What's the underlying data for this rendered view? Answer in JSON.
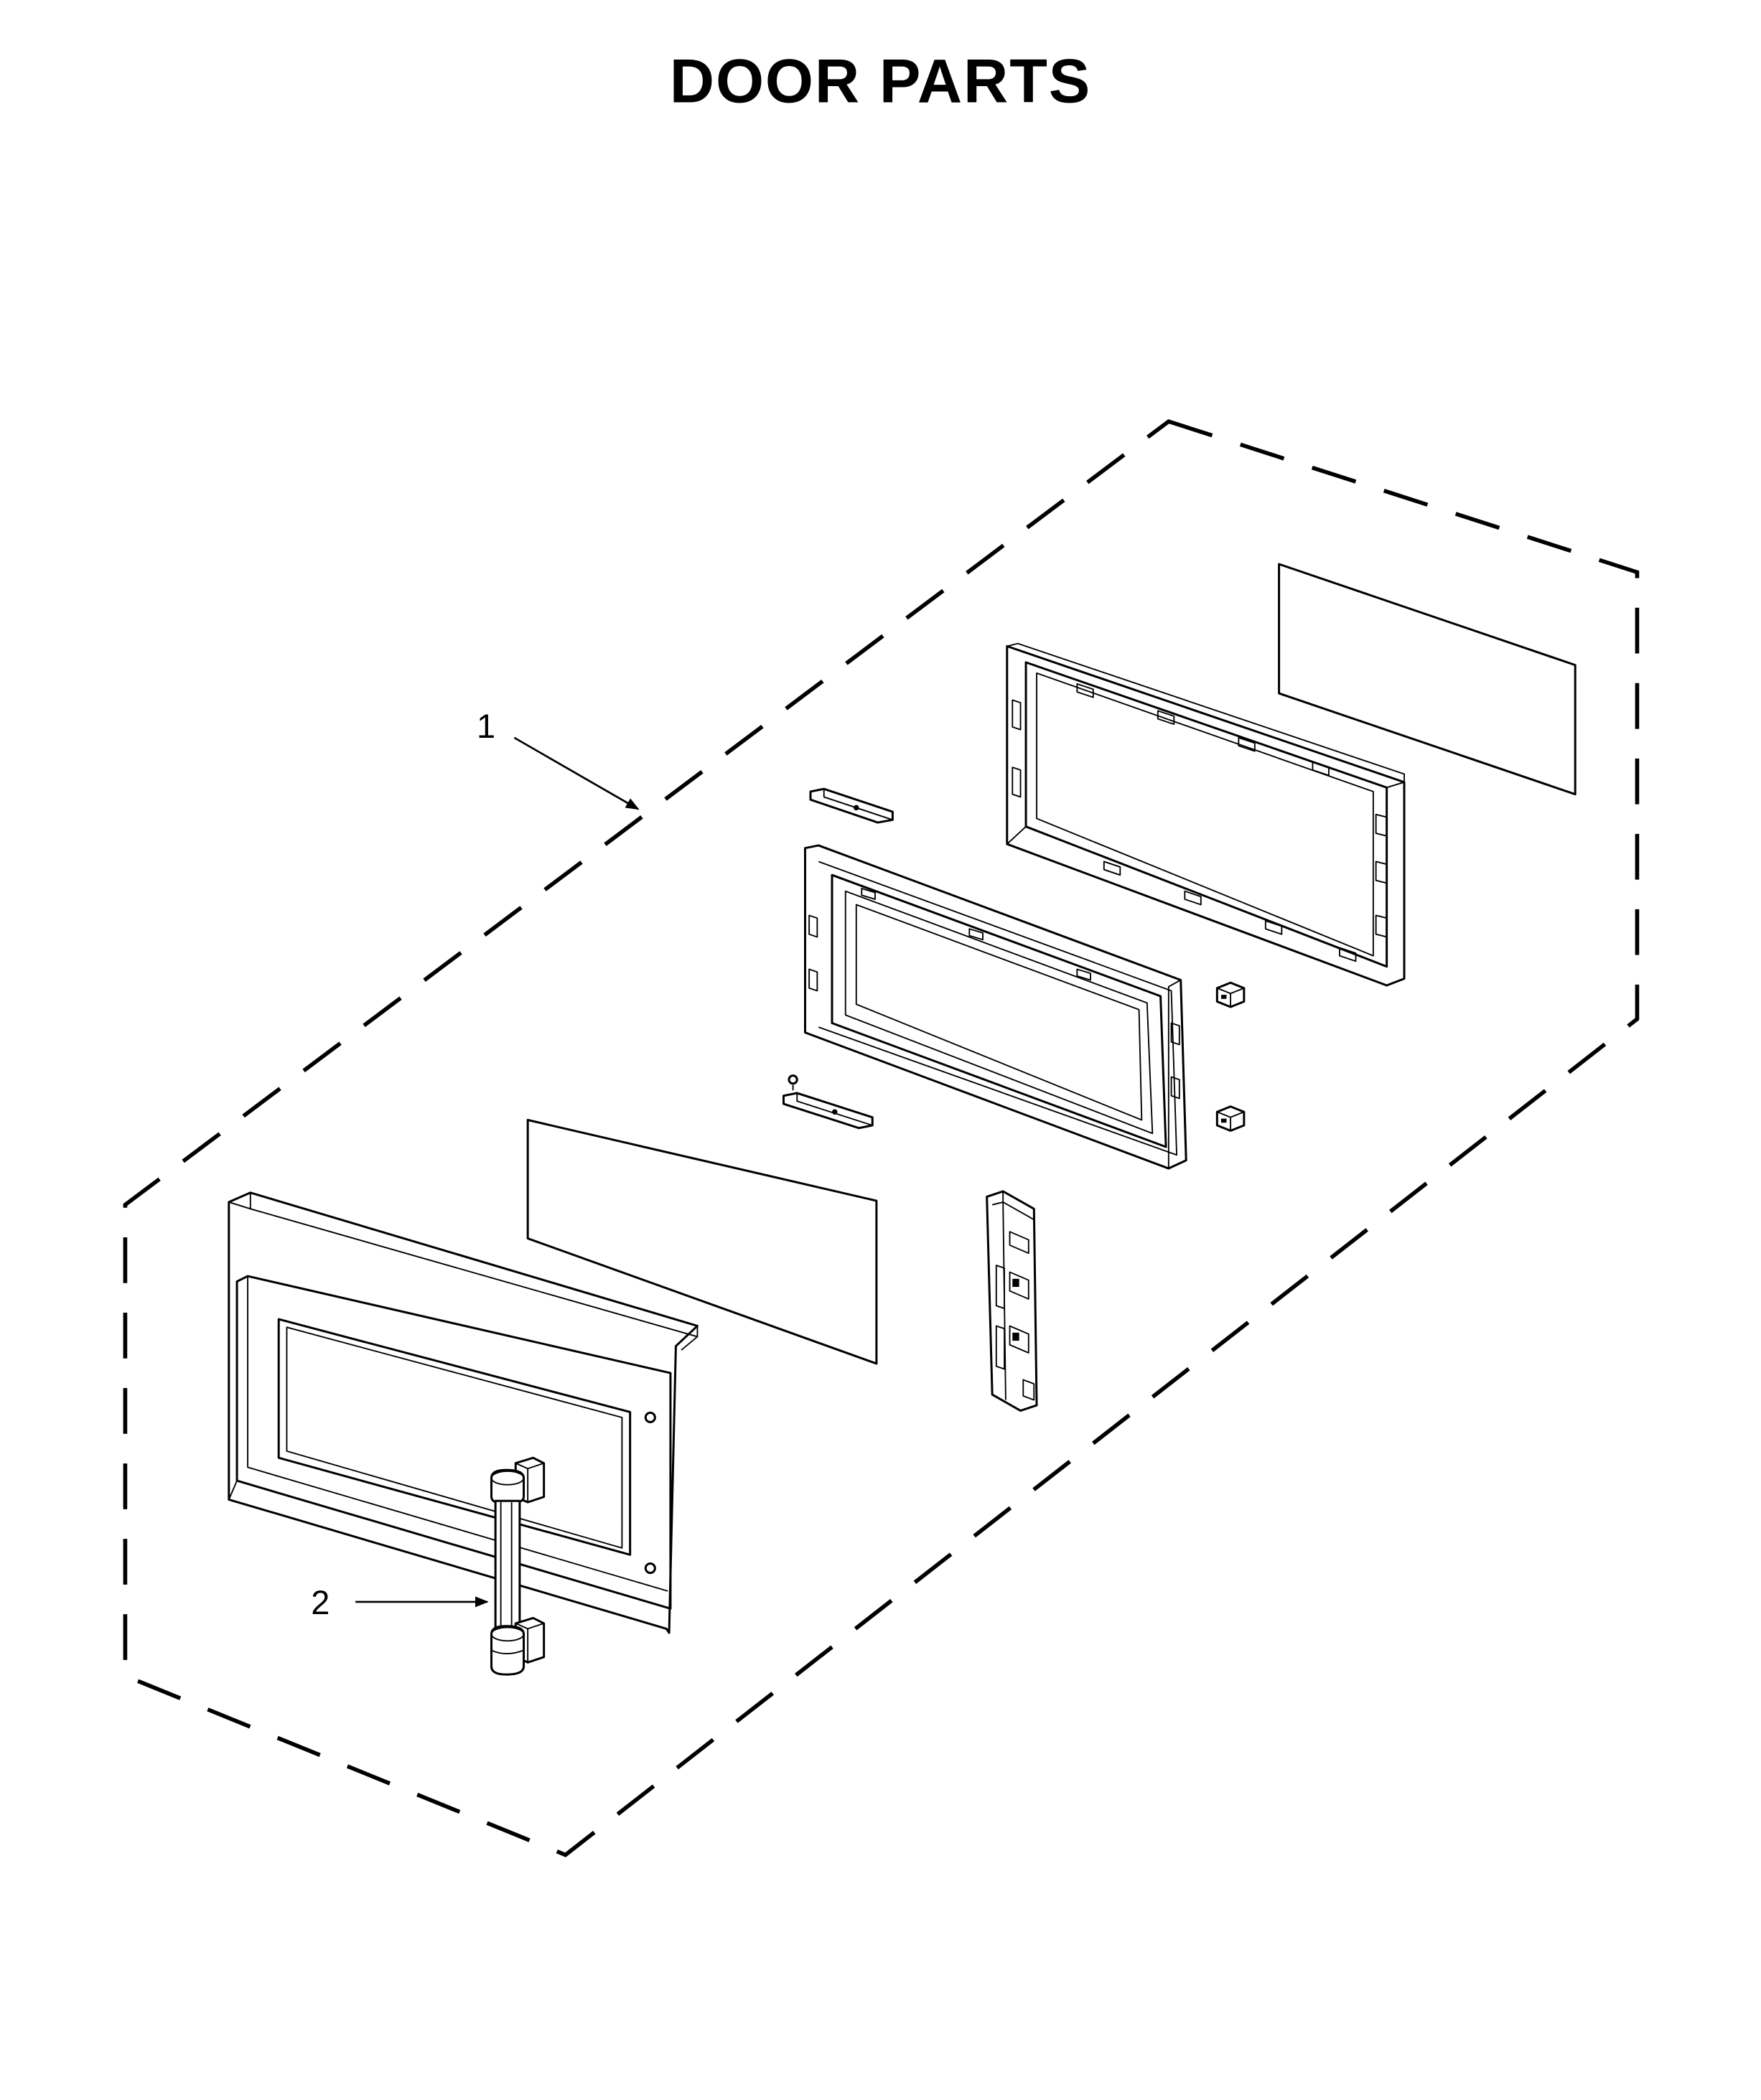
{
  "title": "DOOR PARTS",
  "callouts": [
    {
      "number": "1",
      "part": "door-assembly"
    },
    {
      "number": "2",
      "part": "door-handle"
    }
  ]
}
